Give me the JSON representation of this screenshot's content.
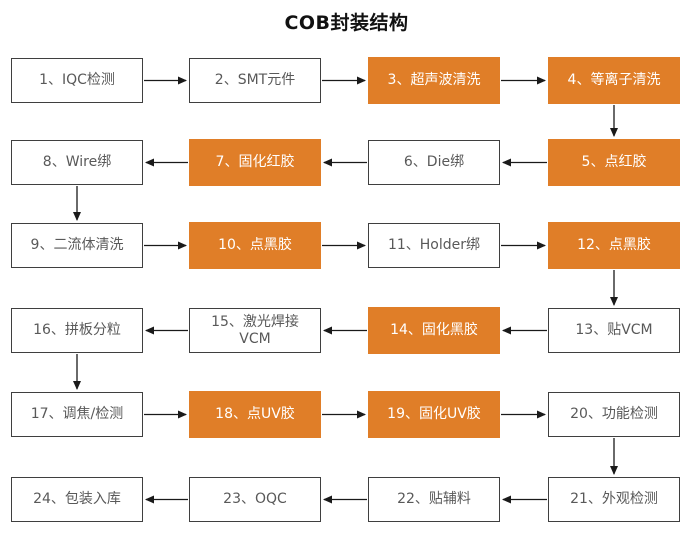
{
  "title": "COB封装结构",
  "colors": {
    "highlight_fill": "#e07e28",
    "box_fill": "#ffffff",
    "box_border": "#3f3f3f",
    "box_text": "#595959",
    "highlight_text": "#ffffff",
    "arrow": "#1a1a1a",
    "title_text": "#111111"
  },
  "nodes": [
    {
      "step": 1,
      "label": "1、IQC检测",
      "highlighted": false
    },
    {
      "step": 2,
      "label": "2、SMT元件",
      "highlighted": false
    },
    {
      "step": 3,
      "label": "3、超声波清洗",
      "highlighted": true
    },
    {
      "step": 4,
      "label": "4、等离子清洗",
      "highlighted": true
    },
    {
      "step": 5,
      "label": "5、点红胶",
      "highlighted": true
    },
    {
      "step": 6,
      "label": "6、Die绑",
      "highlighted": false
    },
    {
      "step": 7,
      "label": "7、固化红胶",
      "highlighted": true
    },
    {
      "step": 8,
      "label": "8、Wire绑",
      "highlighted": false
    },
    {
      "step": 9,
      "label": "9、二流体清洗",
      "highlighted": false
    },
    {
      "step": 10,
      "label": "10、点黑胶",
      "highlighted": true
    },
    {
      "step": 11,
      "label": "11、Holder绑",
      "highlighted": false
    },
    {
      "step": 12,
      "label": "12、点黑胶",
      "highlighted": true
    },
    {
      "step": 13,
      "label": "13、贴VCM",
      "highlighted": false
    },
    {
      "step": 14,
      "label": "14、固化黑胶",
      "highlighted": true
    },
    {
      "step": 15,
      "label": "15、激光焊接VCM",
      "highlighted": false
    },
    {
      "step": 16,
      "label": "16、拼板分粒",
      "highlighted": false
    },
    {
      "step": 17,
      "label": "17、调焦/检测",
      "highlighted": false
    },
    {
      "step": 18,
      "label": "18、点UV胶",
      "highlighted": true
    },
    {
      "step": 19,
      "label": "19、固化UV胶",
      "highlighted": true
    },
    {
      "step": 20,
      "label": "20、功能检测",
      "highlighted": false
    },
    {
      "step": 21,
      "label": "21、外观检测",
      "highlighted": false
    },
    {
      "step": 22,
      "label": "22、贴辅料",
      "highlighted": false
    },
    {
      "step": 23,
      "label": "23、OQC",
      "highlighted": false
    },
    {
      "step": 24,
      "label": "24、包装入库",
      "highlighted": false
    }
  ],
  "edges": [
    [
      1,
      2
    ],
    [
      2,
      3
    ],
    [
      3,
      4
    ],
    [
      4,
      5
    ],
    [
      5,
      6
    ],
    [
      6,
      7
    ],
    [
      7,
      8
    ],
    [
      8,
      9
    ],
    [
      9,
      10
    ],
    [
      10,
      11
    ],
    [
      11,
      12
    ],
    [
      12,
      13
    ],
    [
      13,
      14
    ],
    [
      14,
      15
    ],
    [
      15,
      16
    ],
    [
      16,
      17
    ],
    [
      17,
      18
    ],
    [
      18,
      19
    ],
    [
      19,
      20
    ],
    [
      20,
      21
    ],
    [
      21,
      22
    ],
    [
      22,
      23
    ],
    [
      23,
      24
    ]
  ]
}
